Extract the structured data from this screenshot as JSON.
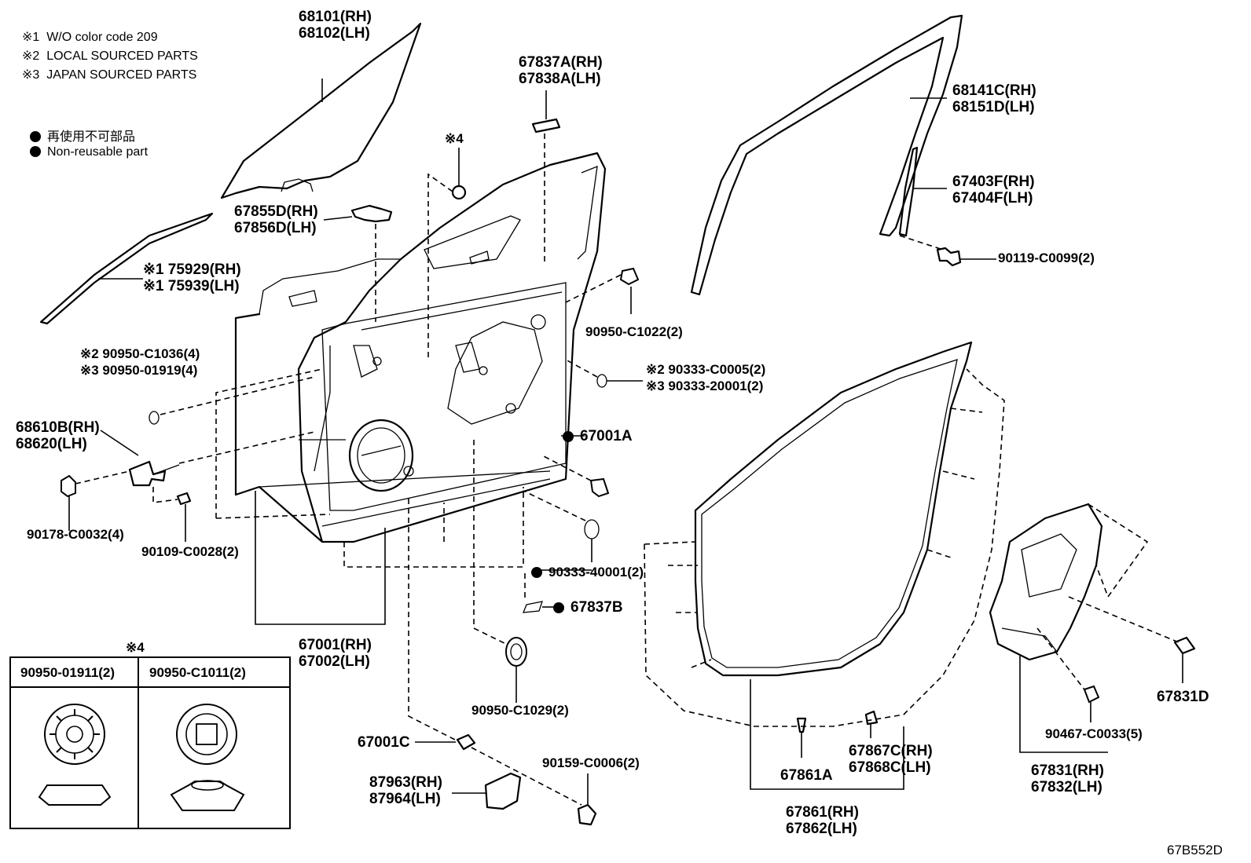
{
  "legend": {
    "notes": [
      {
        "mark": "※1",
        "text": "W/O color code 209"
      },
      {
        "mark": "※2",
        "text": "LOCAL SOURCED PARTS"
      },
      {
        "mark": "※3",
        "text": "JAPAN SOURCED PARTS"
      }
    ],
    "dots": [
      {
        "text": "再使用不可部品"
      },
      {
        "text": "Non-reusable part"
      }
    ]
  },
  "labels": {
    "glass": [
      "68101(RH)",
      "68102(LH)"
    ],
    "molding_weather": [
      "※1 75929(RH)",
      "※1 75939(LH)"
    ],
    "hinge_channel": [
      "67855D(RH)",
      "67856D(LH)"
    ],
    "star4_top": "※4",
    "top_clip": [
      "67837A(RH)",
      "67838A(LH)"
    ],
    "run_channel": [
      "68141C(RH)",
      "68151D(LH)"
    ],
    "lower_frame": [
      "67403F(RH)",
      "67404F(LH)"
    ],
    "bolt_90119": "90119-C0099(2)",
    "plug_90950_c1022": "90950-C1022(2)",
    "plug_left": [
      "※2 90950-C1036(4)",
      "※3 90950-01919(4)"
    ],
    "plug_right": [
      "※2 90333-C0005(2)",
      "※3 90333-20001(2)"
    ],
    "hinge": [
      "68610B(RH)",
      "68620(LH)"
    ],
    "nut_67001a": "67001A",
    "nut_90178": "90178-C0032(4)",
    "bolt_90109": "90109-C0028(2)",
    "plug_90333_40001": "90333-40001(2)",
    "clip_67837b": "67837B",
    "door_panel": [
      "67001(RH)",
      "67002(LH)"
    ],
    "plug_90950_c1029": "90950-C1029(2)",
    "clip_67001c": "67001C",
    "bolt_90159": "90159-C0006(2)",
    "check": [
      "87963(RH)",
      "87964(LH)"
    ],
    "clip_67861a": "67861A",
    "clip_67867c": [
      "67867C(RH)",
      "67868C(LH)"
    ],
    "weatherstrip": [
      "67861(RH)",
      "67862(LH)"
    ],
    "clip_67831d": "67831D",
    "clip_90467": "90467-C0033(5)",
    "service_hole_cover": [
      "67831(RH)",
      "67832(LH)"
    ],
    "diagram_id": "67B552D"
  },
  "detail_box": {
    "title": "※4",
    "headers": [
      "90950-01911(2)",
      "90950-C1011(2)"
    ]
  }
}
